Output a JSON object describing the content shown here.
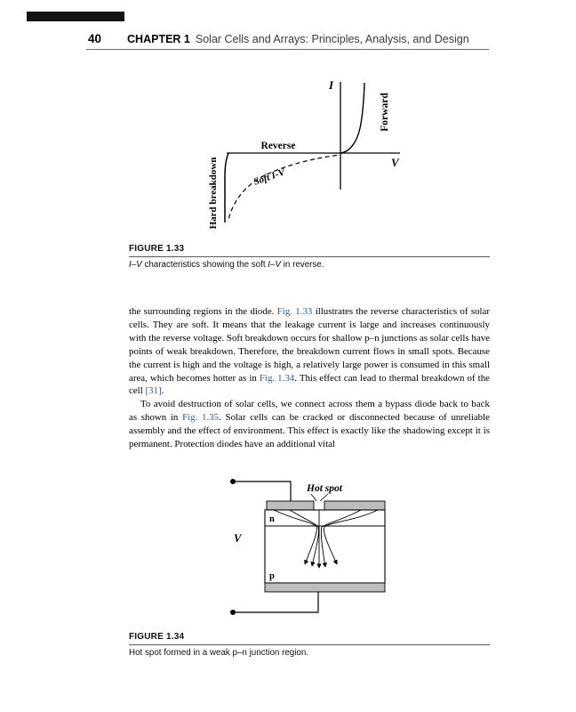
{
  "colors": {
    "link": "#2e5fa3"
  },
  "header": {
    "page_number": "40",
    "chapter_label": "CHAPTER 1",
    "chapter_title": "Solar Cells and Arrays: Principles, Analysis, and Design"
  },
  "figure_1_33": {
    "labels": {
      "current": "I",
      "voltage": "V",
      "forward": "Forward",
      "reverse": "Reverse",
      "soft_iv": "Soft I-V",
      "hard_breakdown": "Hard breakdown"
    },
    "caption": {
      "label": "FIGURE 1.33",
      "seg_italic_1": "I–V",
      "seg_text_1": " characteristics showing the soft ",
      "seg_italic_2": "I–V",
      "seg_text_2": " in reverse."
    }
  },
  "body": {
    "paragraph_1": {
      "t1": "the surrounding regions in the diode. ",
      "link_fig133": "Fig. 1.33",
      "t2": " illustrates the reverse characteristics of solar cells. They are soft. It means that the leakage current is large and increases continuously with the reverse voltage. Soft breakdown occurs for shallow p–n junctions as solar cells have points of weak breakdown. Therefore, the breakdown current flows in small spots. Because the current is high and the voltage is high, a relatively large power is consumed in this small area, which becomes hotter as in ",
      "link_fig134": "Fig. 1.34",
      "t3": ". This effect can lead to thermal breakdown of the cell ",
      "link_ref31": "[31]",
      "t4": "."
    },
    "paragraph_2": {
      "t1": "To avoid destruction of solar cells, we connect across them a bypass diode back to back as shown in ",
      "link_fig135": "Fig. 1.35",
      "t2": ". Solar cells can be cracked or disconnected because of unreliable assembly and the effect of environment. This effect is exactly like the shadowing except it is permanent. Protection diodes have an additional vital"
    }
  },
  "figure_1_34": {
    "labels": {
      "hot_spot": "Hot spot",
      "n": "n",
      "p": "p",
      "voltage": "V"
    },
    "caption": {
      "label": "FIGURE 1.34",
      "text": "Hot spot formed in a weak p–n junction region."
    }
  }
}
